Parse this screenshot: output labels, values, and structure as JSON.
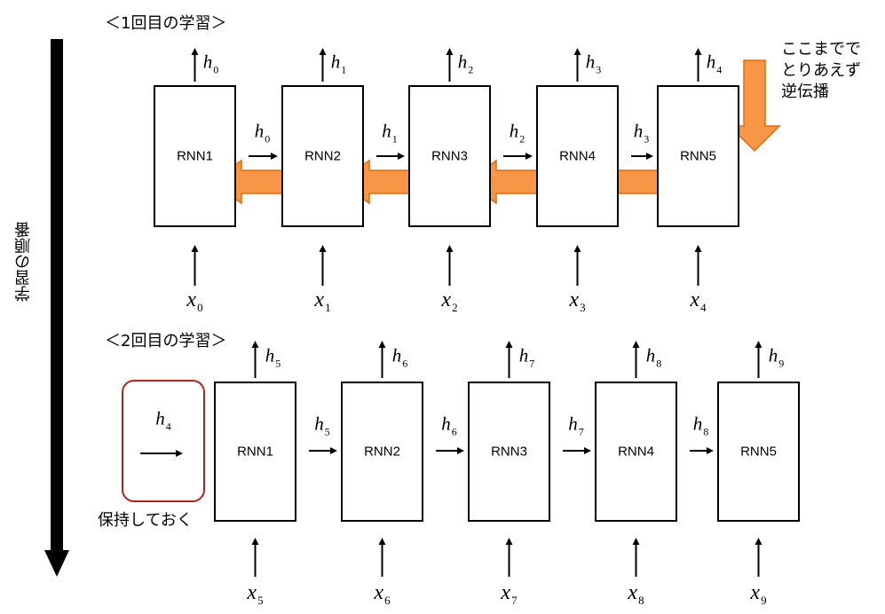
{
  "first_title": "＜1回目の学習＞",
  "second_title": "＜2回目の学習＞",
  "order_label": "学習の順番",
  "bptt_note": "ここまでで\nとりあえず\n逆伝播",
  "hold_label": "保持しておく",
  "hold_state": {
    "sym": "h",
    "sub": "4"
  },
  "colors": {
    "backprop_arrow": "#f79646",
    "backprop_arrow_edge": "#e36c09",
    "hold_border": "#b22222",
    "order_arrow": "#000000"
  },
  "first_run": {
    "cells": [
      {
        "label": "RNN1",
        "out": {
          "sym": "h",
          "sub": "0"
        },
        "in": {
          "sym": "x",
          "sub": "0"
        }
      },
      {
        "label": "RNN2",
        "out": {
          "sym": "h",
          "sub": "1"
        },
        "in": {
          "sym": "x",
          "sub": "1"
        }
      },
      {
        "label": "RNN3",
        "out": {
          "sym": "h",
          "sub": "2"
        },
        "in": {
          "sym": "x",
          "sub": "2"
        }
      },
      {
        "label": "RNN4",
        "out": {
          "sym": "h",
          "sub": "3"
        },
        "in": {
          "sym": "x",
          "sub": "3"
        }
      },
      {
        "label": "RNN5",
        "out": {
          "sym": "h",
          "sub": "4"
        },
        "in": {
          "sym": "x",
          "sub": "4"
        }
      }
    ],
    "links": [
      {
        "sym": "h",
        "sub": "0"
      },
      {
        "sym": "h",
        "sub": "1"
      },
      {
        "sym": "h",
        "sub": "2"
      },
      {
        "sym": "h",
        "sub": "3"
      }
    ]
  },
  "second_run": {
    "cells": [
      {
        "label": "RNN1",
        "out": {
          "sym": "h",
          "sub": "5"
        },
        "in": {
          "sym": "x",
          "sub": "5"
        }
      },
      {
        "label": "RNN2",
        "out": {
          "sym": "h",
          "sub": "6"
        },
        "in": {
          "sym": "x",
          "sub": "6"
        }
      },
      {
        "label": "RNN3",
        "out": {
          "sym": "h",
          "sub": "7"
        },
        "in": {
          "sym": "x",
          "sub": "7"
        }
      },
      {
        "label": "RNN4",
        "out": {
          "sym": "h",
          "sub": "8"
        },
        "in": {
          "sym": "x",
          "sub": "8"
        }
      },
      {
        "label": "RNN5",
        "out": {
          "sym": "h",
          "sub": "9"
        },
        "in": {
          "sym": "x",
          "sub": "9"
        }
      }
    ],
    "links": [
      {
        "sym": "h",
        "sub": "5"
      },
      {
        "sym": "h",
        "sub": "6"
      },
      {
        "sym": "h",
        "sub": "7"
      },
      {
        "sym": "h",
        "sub": "8"
      }
    ]
  }
}
